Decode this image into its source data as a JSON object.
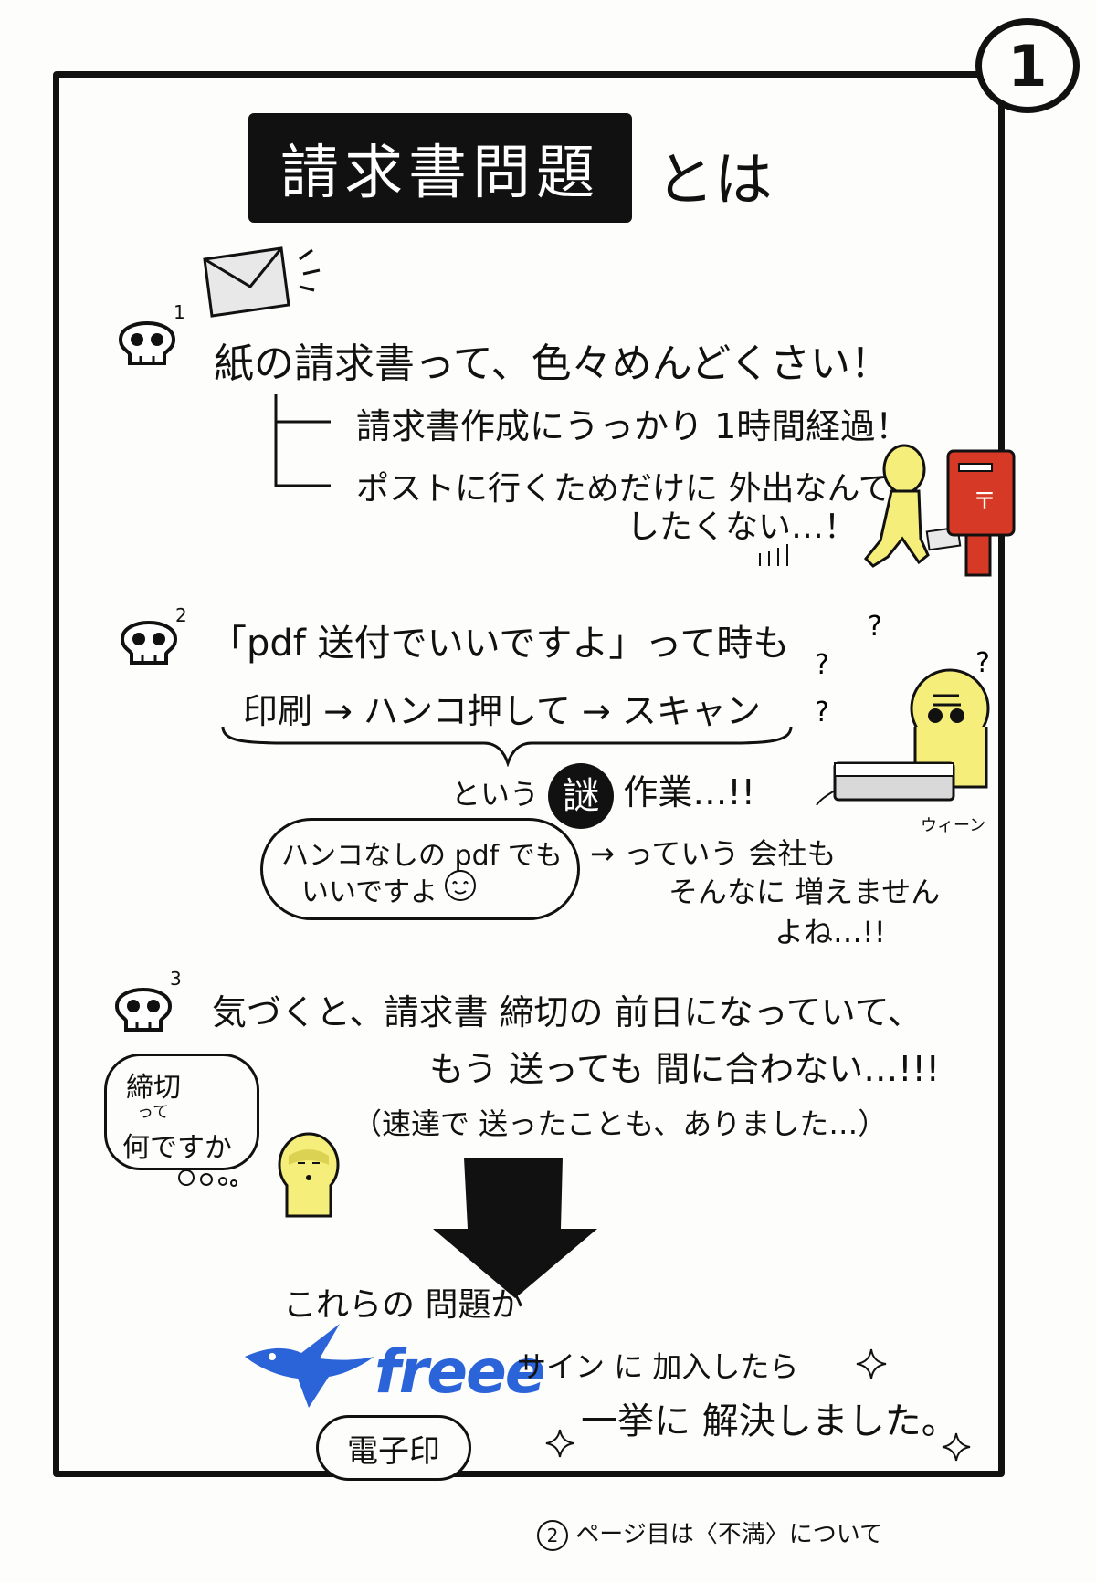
{
  "page_number": "1",
  "title": {
    "boxed": "請求書問題",
    "suffix": "とは"
  },
  "problem1": {
    "number": "1",
    "main": "紙の請求書って、色々めんどくさい！",
    "sub1": "請求書作成にうっかり 1時間経過！",
    "sub2_line1": "ポストに行くためだけに 外出なんて",
    "sub2_line2": "したくない…！"
  },
  "problem2": {
    "number": "2",
    "quote": "「pdf 送付でいいですよ」って時も",
    "steps": "印刷 → ハンコ押して → スキャン",
    "result_before": "という",
    "result_highlight": "謎",
    "result_after": "作業…!!",
    "sound": "ウィーン",
    "bubble_line1": "ハンコなしの pdf でも",
    "bubble_line2": "いいですよ",
    "reply_line1": "→ っていう 会社も",
    "reply_line2": "そんなに 増えません",
    "reply_line3": "よね…!!"
  },
  "problem3": {
    "number": "3",
    "line1": "気づくと、請求書 締切の 前日になっていて、",
    "line2": "もう 送っても 間に合わない…!!!",
    "line3": "（速達で 送ったことも、ありました…）",
    "bubble_line1": "締切",
    "bubble_line2": "って",
    "bubble_line3": "何ですか"
  },
  "conclusion": {
    "line1": "これらの 問題が",
    "brand": "freee",
    "line2_after_brand": "サイン に 加入したら",
    "line3": "一挙に 解決しました。",
    "stamp_label": "電子印"
  },
  "footer": {
    "number": "2",
    "text": "ページ目は〈不満〉について"
  },
  "colors": {
    "ink": "#111111",
    "freee_blue": "#2b63d8",
    "character_yellow": "#f6ee7a",
    "postbox_red": "#d63a26"
  }
}
